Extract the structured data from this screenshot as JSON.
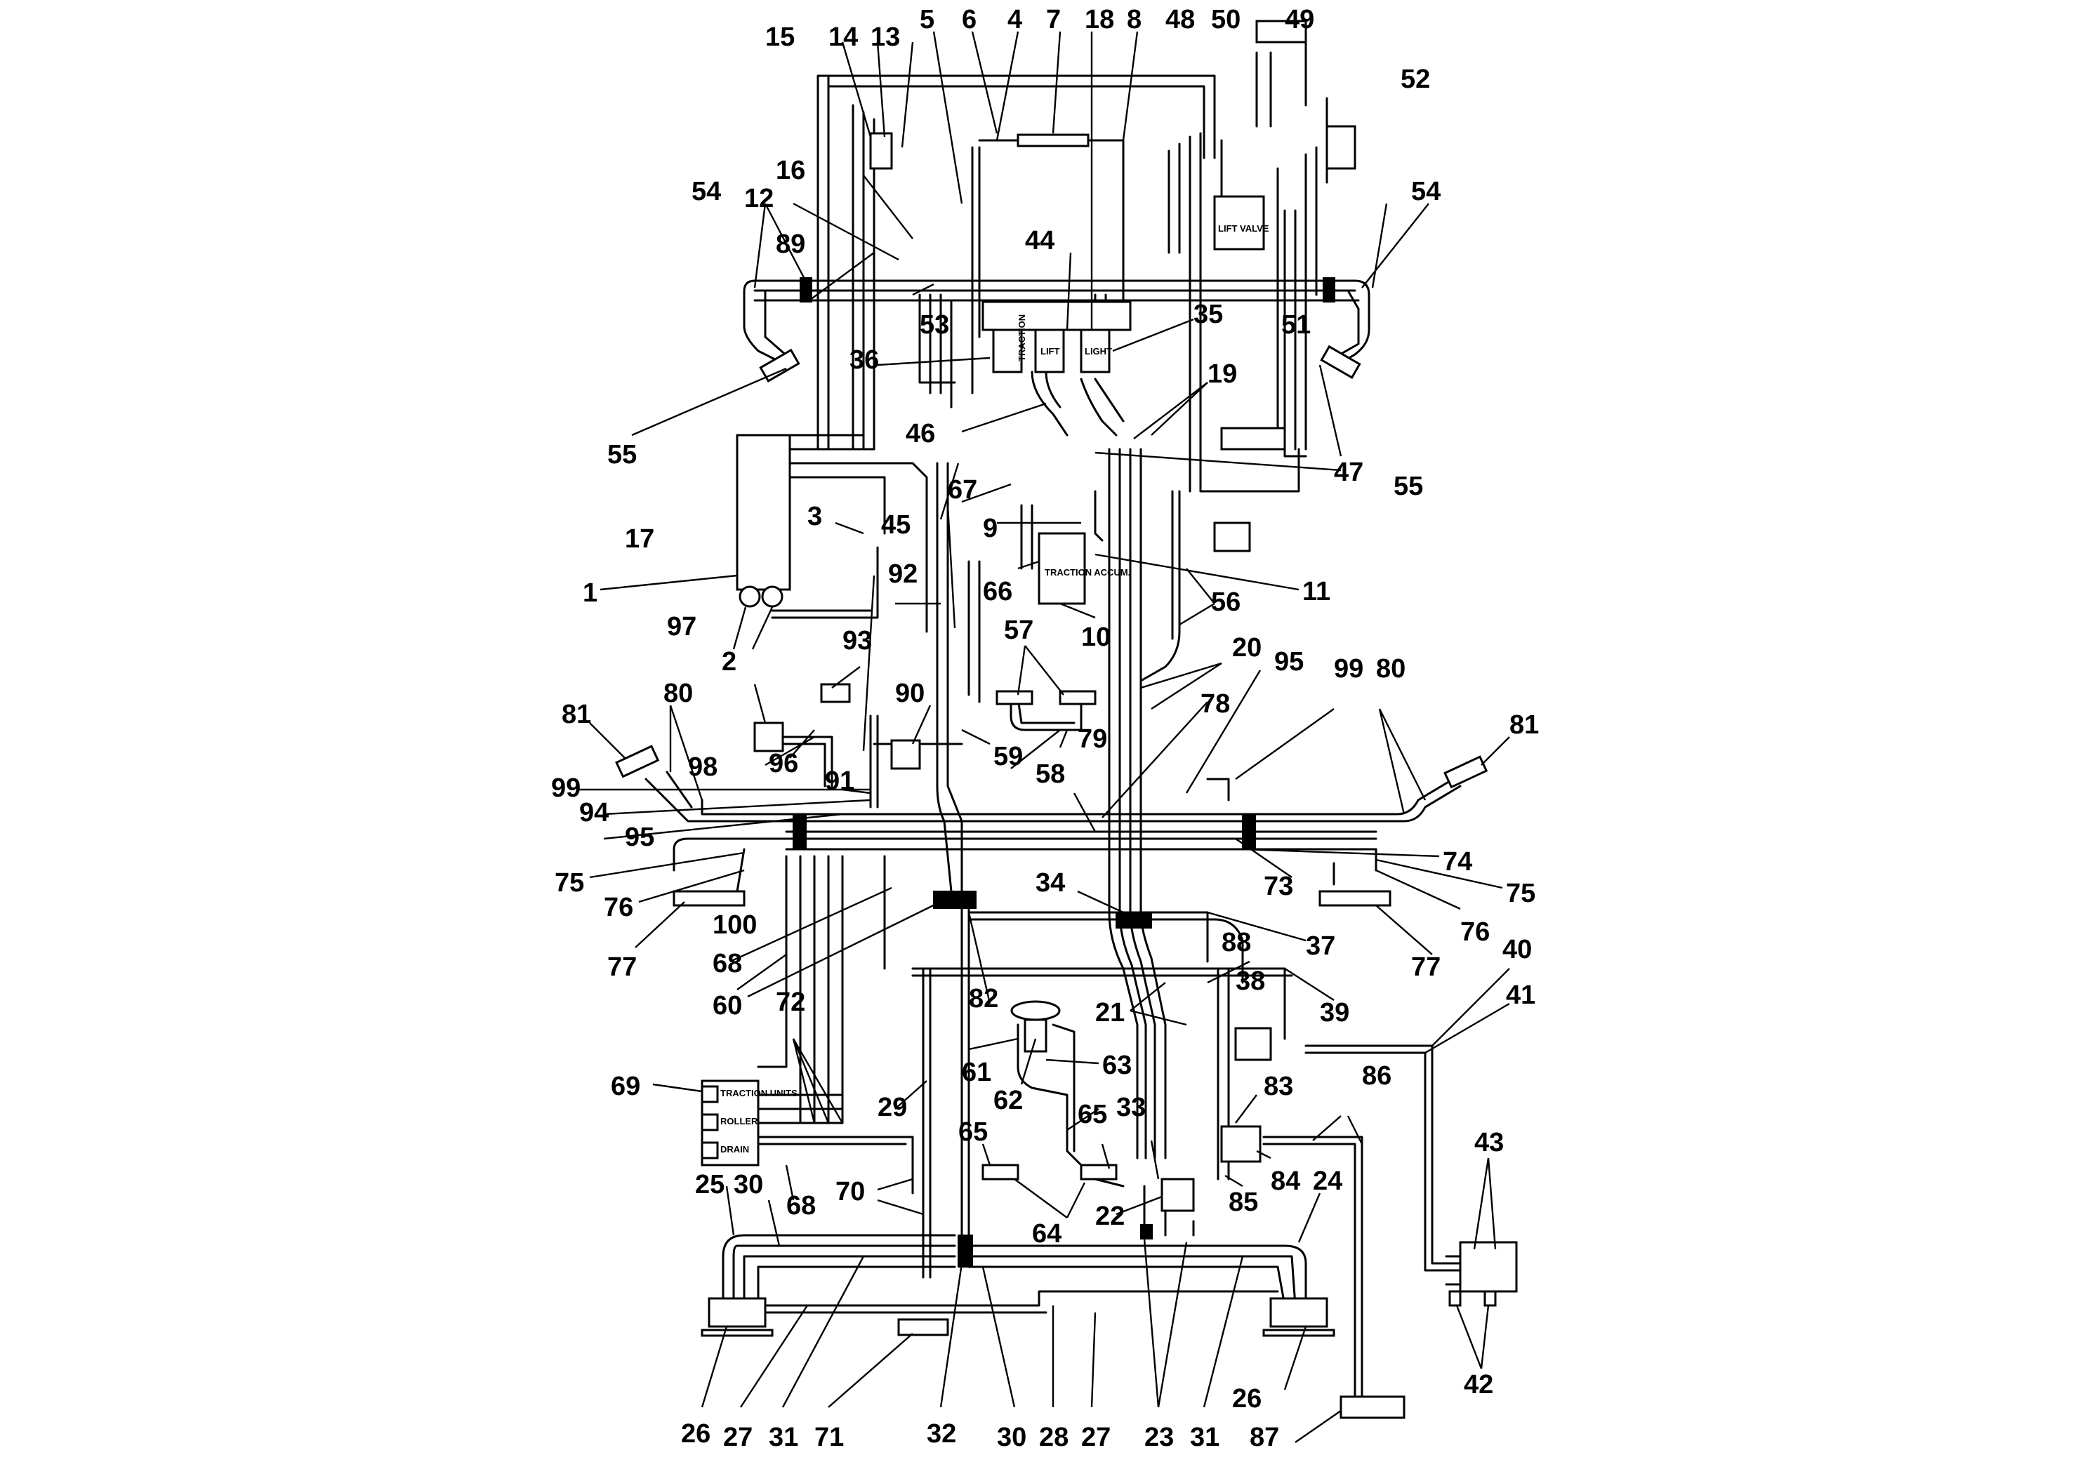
{
  "diagram": {
    "callouts": [
      "1",
      "2",
      "3",
      "4",
      "5",
      "6",
      "7",
      "8",
      "9",
      "10",
      "11",
      "12",
      "13",
      "14",
      "15",
      "16",
      "17",
      "18",
      "19",
      "20",
      "21",
      "22",
      "23",
      "24",
      "25",
      "26",
      "27",
      "28",
      "29",
      "30",
      "31",
      "32",
      "33",
      "34",
      "35",
      "36",
      "37",
      "38",
      "39",
      "40",
      "41",
      "42",
      "43",
      "44",
      "45",
      "46",
      "47",
      "48",
      "49",
      "50",
      "51",
      "52",
      "53",
      "54",
      "55",
      "56",
      "57",
      "58",
      "59",
      "60",
      "61",
      "62",
      "63",
      "64",
      "65",
      "66",
      "67",
      "68",
      "69",
      "70",
      "71",
      "72",
      "73",
      "74",
      "75",
      "76",
      "77",
      "78",
      "79",
      "80",
      "81",
      "82",
      "83",
      "84",
      "85",
      "86",
      "87",
      "88",
      "89",
      "90",
      "91",
      "92",
      "93",
      "94",
      "95",
      "96",
      "97",
      "98",
      "99",
      "100"
    ],
    "plates": {
      "valve_left": "TRACTION",
      "valve_mid": "LIFT",
      "valve_right": "LIGHT",
      "accumulator": "TRACTION ACCUM.",
      "lift_valve": "LIFT VALVE",
      "panel_1": "TRACTION UNITS",
      "panel_2": "ROLLER",
      "panel_3": "DRAIN"
    }
  }
}
